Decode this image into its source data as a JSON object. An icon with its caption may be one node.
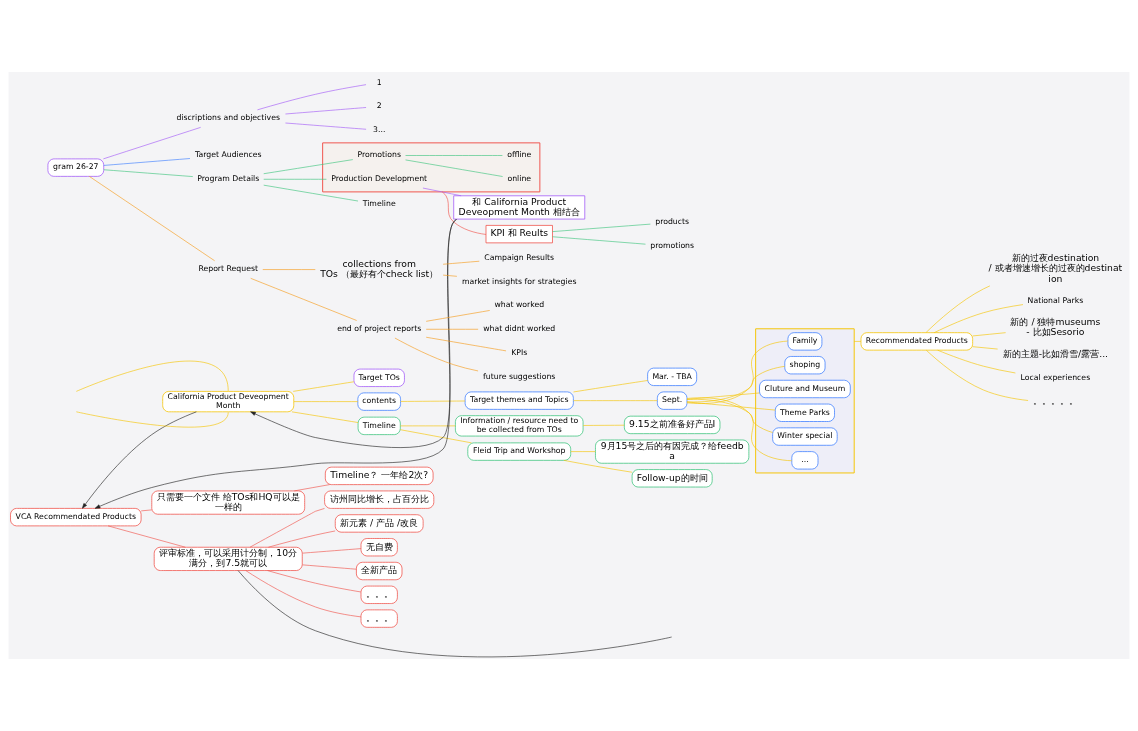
{
  "diagram": {
    "nodes": [
      {
        "text": [
          "California Product Deveopment Month"
        ]
      },
      {
        "text": [
          "Target TOs"
        ]
      },
      {
        "text": [
          "contents"
        ]
      },
      {
        "text": [
          "Target themes and Topics"
        ]
      },
      {
        "text": [
          "Mar. - TBA"
        ]
      },
      {
        "text": [
          "Sept."
        ]
      },
      {
        "text": [],
        "shape": "box"
      },
      {
        "text": [
          "Family"
        ],
        "in": 6
      },
      {
        "text": [
          "shoping"
        ],
        "in": 6
      },
      {
        "text": [
          "Cluture and Museum"
        ],
        "in": 6
      },
      {
        "text": [
          "Theme Parks"
        ],
        "in": 6
      },
      {
        "text": [
          "Winter special"
        ],
        "in": 6
      },
      {
        "text": [
          "..."
        ],
        "in": 6
      },
      {
        "text": [
          "Recommendated Products"
        ]
      },
      {
        "text": [
          "新的过夜destination / 或者增速增长的过夜的destination"
        ]
      },
      {
        "text": [
          "National Parks"
        ]
      },
      {
        "text": [
          "新的 / 独特museums - 比如Sesorio"
        ]
      },
      {
        "text": [
          "新的主题-比如滑雪/露营..."
        ]
      },
      {
        "text": [
          "Local experiences"
        ]
      },
      {
        "text": [
          "。。。。。"
        ]
      },
      {
        "text": [
          "Timeline"
        ]
      },
      {
        "text": [
          "Information / resource need to be collected from TOs"
        ]
      },
      {
        "text": [
          "9.15之前准备好产品I"
        ]
      },
      {
        "text": [
          "Fleid Trip and Workshop"
        ]
      },
      {
        "text": [
          "9月15号之后的有因完成？给feedba"
        ]
      },
      {
        "text": [
          "Follow-up的时间"
        ]
      },
      {
        "text": [
          "gram 26-27"
        ]
      },
      {
        "text": [
          "discriptions and objectives"
        ]
      },
      {
        "text": [
          "1"
        ]
      },
      {
        "text": [
          "2"
        ]
      },
      {
        "text": [
          "3..."
        ]
      },
      {
        "text": [
          "Target Audiences"
        ]
      },
      {
        "text": [
          "Program Details"
        ]
      },
      {
        "text": [],
        "shape": "box"
      },
      {
        "text": [
          "Production Development"
        ],
        "in": 33
      },
      {
        "text": [
          "Promotions"
        ],
        "in": 33
      },
      {
        "text": [
          "online"
        ],
        "in": 33
      },
      {
        "text": [
          "offline"
        ],
        "in": 33
      },
      {
        "text": [
          "Timeline"
        ]
      },
      {
        "text": [
          "和 California Product Deveopment Month 相结合"
        ]
      },
      {
        "text": [
          "KPI 和 Reults"
        ]
      },
      {
        "text": [
          "products"
        ]
      },
      {
        "text": [
          "promotions"
        ]
      },
      {
        "text": [
          "Report Request"
        ]
      },
      {
        "text": [
          "collections from TOs （最好有个check list）"
        ]
      },
      {
        "text": [
          "Campaign Results"
        ]
      },
      {
        "text": [
          "market insights for strategies"
        ]
      },
      {
        "text": [
          "end of project reports"
        ]
      },
      {
        "text": [
          "what worked"
        ]
      },
      {
        "text": [
          "what didnt worked"
        ]
      },
      {
        "text": [
          "KPIs"
        ]
      },
      {
        "text": [
          "future suggestions"
        ]
      },
      {
        "text": [
          "VCA Recommendated Products"
        ]
      },
      {
        "text": [
          "只需要一个文件 给TOs和HQ可以是一样的"
        ]
      },
      {
        "text": [
          "Timeline？ 一年给2次?"
        ]
      },
      {
        "text": [
          "评审标准，可以采用计分制，10分满分，到7.5就可以"
        ]
      },
      {
        "text": [
          "访州同比增长，占百分比"
        ]
      },
      {
        "text": [
          "新元素 / 产品 /改良"
        ]
      },
      {
        "text": [
          "无自费"
        ]
      },
      {
        "text": [
          "全新产品"
        ]
      },
      {
        "text": [
          "。。。"
        ]
      },
      {
        "text": [
          "。。。"
        ]
      }
    ],
    "edges": [
      {
        "from": 0,
        "to": 1,
        "arrow": "none"
      },
      {
        "from": 0,
        "to": 2,
        "arrow": "none"
      },
      {
        "from": 0,
        "to": 20,
        "arrow": "none"
      },
      {
        "from": 0,
        "to": null,
        "arrow": "none"
      },
      {
        "from": 0,
        "to": null,
        "arrow": "none"
      },
      {
        "from": 2,
        "to": 3,
        "arrow": "none"
      },
      {
        "from": 3,
        "to": 4,
        "arrow": "none"
      },
      {
        "from": 3,
        "to": 5,
        "arrow": "none"
      },
      {
        "from": 5,
        "to": 7,
        "arrow": "none"
      },
      {
        "from": 5,
        "to": 8,
        "arrow": "none"
      },
      {
        "from": 5,
        "to": 9,
        "arrow": "none"
      },
      {
        "from": 5,
        "to": 10,
        "arrow": "none"
      },
      {
        "from": 5,
        "to": 11,
        "arrow": "none"
      },
      {
        "from": 5,
        "to": 12,
        "arrow": "none"
      },
      {
        "from": 6,
        "to": 13,
        "arrow": "none"
      },
      {
        "from": 13,
        "to": 14,
        "arrow": "none"
      },
      {
        "from": 13,
        "to": 15,
        "arrow": "none"
      },
      {
        "from": 13,
        "to": 16,
        "arrow": "none"
      },
      {
        "from": 13,
        "to": 17,
        "arrow": "none"
      },
      {
        "from": 13,
        "to": 18,
        "arrow": "none"
      },
      {
        "from": 13,
        "to": 19,
        "arrow": "none"
      },
      {
        "from": 20,
        "to": 21,
        "arrow": "none"
      },
      {
        "from": 21,
        "to": 22,
        "arrow": "none"
      },
      {
        "from": 20,
        "to": 23,
        "arrow": "none"
      },
      {
        "from": 23,
        "to": 24,
        "arrow": "none"
      },
      {
        "from": 23,
        "to": 25,
        "arrow": "none"
      },
      {
        "from": 26,
        "to": 27,
        "arrow": "none",
        "color": "#a259f7"
      },
      {
        "from": 27,
        "to": 28,
        "arrow": "none",
        "color": "#a259f7"
      },
      {
        "from": 27,
        "to": 29,
        "arrow": "none",
        "color": "#a259f7"
      },
      {
        "from": 27,
        "to": 30,
        "arrow": "none",
        "color": "#a259f7"
      },
      {
        "from": 26,
        "to": 31,
        "arrow": "none",
        "color": "#3d7eff"
      },
      {
        "from": 26,
        "to": 32,
        "arrow": "none",
        "color": "#3cc47c"
      },
      {
        "from": 32,
        "to": 34,
        "arrow": "none",
        "color": "#3cc47c"
      },
      {
        "from": 32,
        "to": 35,
        "arrow": "none",
        "color": "#3cc47c"
      },
      {
        "from": 32,
        "to": 38,
        "arrow": "none",
        "color": "#3cc47c"
      },
      {
        "from": 35,
        "to": 36,
        "arrow": "none",
        "color": "#3cc47c"
      },
      {
        "from": 35,
        "to": 37,
        "arrow": "none",
        "color": "#3cc47c"
      },
      {
        "from": 34,
        "to": 39,
        "arrow": "none",
        "color": "#a259f7"
      },
      {
        "from": 33,
        "to": 40,
        "arrow": "none",
        "color": "#f0524a"
      },
      {
        "from": 40,
        "to": 41,
        "arrow": "none",
        "color": "#3cc47c"
      },
      {
        "from": 40,
        "to": 42,
        "arrow": "none",
        "color": "#3cc47c"
      },
      {
        "from": 26,
        "to": 43,
        "arrow": "none",
        "color": "#f59b1a"
      },
      {
        "from": 43,
        "to": 44,
        "arrow": "none",
        "color": "#f59b1a"
      },
      {
        "from": 43,
        "to": 47,
        "arrow": "none",
        "color": "#f59b1a"
      },
      {
        "from": 44,
        "to": 45,
        "arrow": "none",
        "color": "#f59b1a"
      },
      {
        "from": 44,
        "to": 46,
        "arrow": "none",
        "color": "#f59b1a"
      },
      {
        "from": 47,
        "to": 48,
        "arrow": "none",
        "color": "#f59b1a"
      },
      {
        "from": 47,
        "to": 49,
        "arrow": "none",
        "color": "#f59b1a"
      },
      {
        "from": 47,
        "to": 50,
        "arrow": "none",
        "color": "#f59b1a"
      },
      {
        "from": 47,
        "to": 51,
        "arrow": "none",
        "color": "#f59b1a"
      },
      {
        "from": 52,
        "to": 53,
        "arrow": "none",
        "color": "#f0524a"
      },
      {
        "from": 53,
        "to": 54,
        "arrow": "none",
        "color": "#f0524a"
      },
      {
        "from": 52,
        "to": 55,
        "arrow": "none",
        "color": "#f0524a"
      },
      {
        "from": 55,
        "to": 56,
        "arrow": "none",
        "color": "#f0524a"
      },
      {
        "from": 55,
        "to": 57,
        "arrow": "none",
        "color": "#f0524a"
      },
      {
        "from": 55,
        "to": 58,
        "arrow": "none",
        "color": "#f0524a"
      },
      {
        "from": 55,
        "to": 59,
        "arrow": "none",
        "color": "#f0524a"
      },
      {
        "from": 55,
        "to": 60,
        "arrow": "none",
        "color": "#f0524a"
      },
      {
        "from": 55,
        "to": 61,
        "arrow": "none",
        "color": "#f0524a"
      },
      {
        "from": 39,
        "to": 0,
        "arrow": "to",
        "color": "#222222"
      },
      {
        "from": 39,
        "to": 52,
        "arrow": "to",
        "color": "#222222"
      },
      {
        "from": 0,
        "to": 52,
        "arrow": "to",
        "color": "#222222"
      },
      {
        "from": 55,
        "to": null,
        "arrow": "none",
        "color": "#222222"
      }
    ]
  }
}
